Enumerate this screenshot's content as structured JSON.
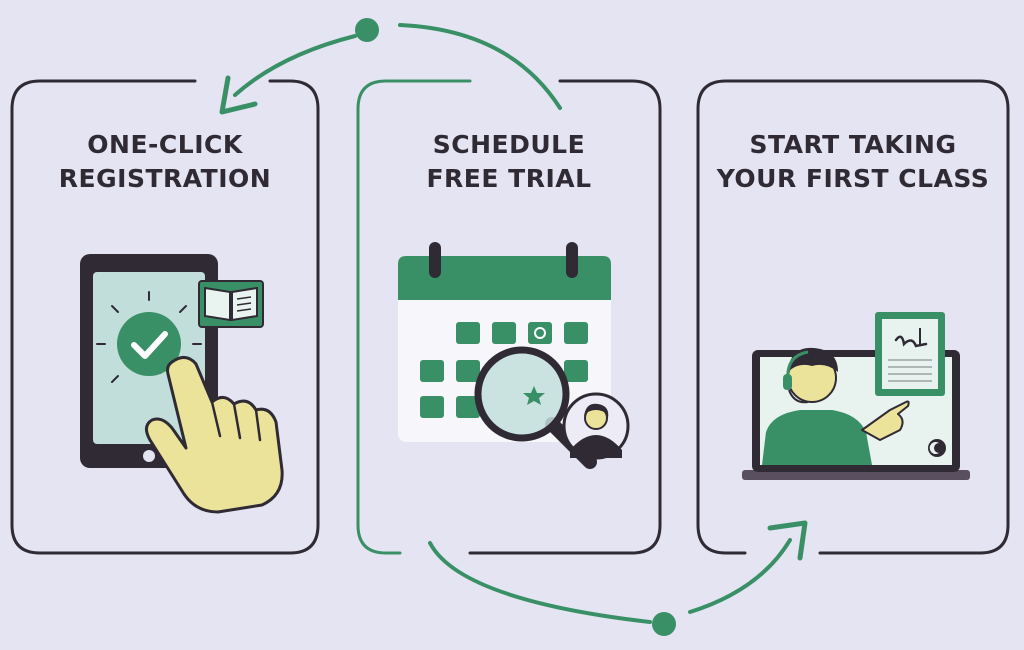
{
  "steps": [
    {
      "title_line1": "ONE-CLICK",
      "title_line2": "REGISTRATION",
      "icon": "tablet-checkmark-icon"
    },
    {
      "title_line1": "SCHEDULE",
      "title_line2": "FREE TRIAL",
      "icon": "calendar-search-icon"
    },
    {
      "title_line1": "START TAKING",
      "title_line2": "YOUR FIRST CLASS",
      "icon": "laptop-tutor-icon"
    }
  ],
  "colors": {
    "background": "#e4e4f2",
    "card_border": "#2f2a33",
    "accent_green": "#3a9066",
    "light_screen": "#c2dedb",
    "hand_yellow": "#ece39b",
    "dark_device": "#2f2a33"
  },
  "flow": {
    "top_arrow": "curved-arrow-left-icon",
    "bottom_arrow": "curved-arrow-right-icon"
  }
}
